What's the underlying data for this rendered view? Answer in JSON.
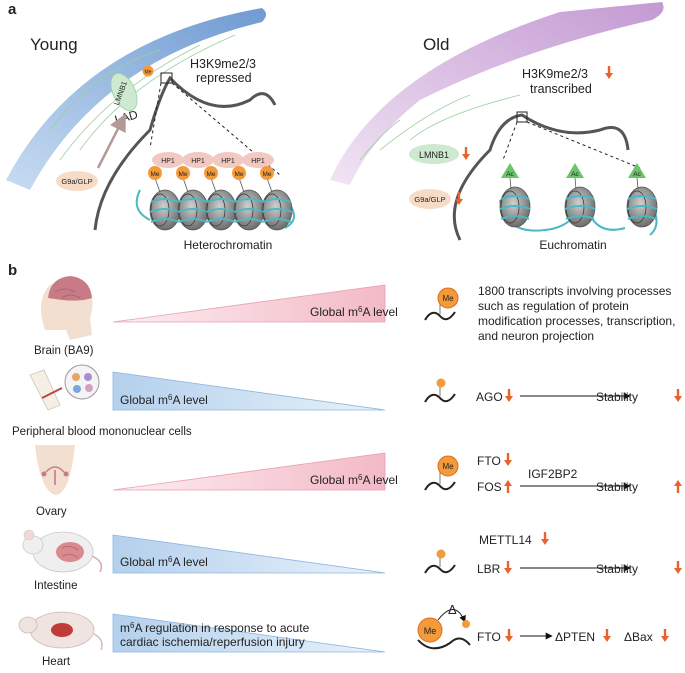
{
  "panel_a": {
    "label": "a",
    "young": {
      "title": "Young",
      "lamin": "LMNB1",
      "lad": "LAD",
      "me_small": "Me",
      "mark_line1": "H3K9me2/3",
      "mark_line2": "repressed",
      "enzyme": "G9a/GLP",
      "hp1": "HP1",
      "me": "Me",
      "state": "Heterochromatin"
    },
    "old": {
      "title": "Old",
      "mark_line1": "H3K9me2/3",
      "mark_line2": "transcribed",
      "lamin": "LMNB1",
      "enzyme": "G9a/GLP",
      "ac": "Ac",
      "state": "Euchromatin"
    }
  },
  "panel_b": {
    "label": "b",
    "me": "Me",
    "rows": [
      {
        "name": "Brain (BA9)",
        "wedge": "Global m6A level",
        "text_lines": [
          "1800 transcripts involving processes",
          "such as regulation of protein",
          "modification processes, transcription,",
          "and neuron projection"
        ]
      },
      {
        "name": "Peripheral blood mononuclear cells",
        "wedge": "Global m6A level",
        "gene": "AGO",
        "result": "Stability"
      },
      {
        "name": "Ovary",
        "wedge": "Global m6A level",
        "gene1": "FTO",
        "gene2": "FOS",
        "mediator": "IGF2BP2",
        "result": "Stability"
      },
      {
        "name": "Intestine",
        "wedge": "Global m6A level",
        "gene1": "METTL14",
        "gene2": "LBR",
        "result": "Stability"
      },
      {
        "name": "Heart",
        "wedge_line1": "m6A regulation in response to acute",
        "wedge_line2": "cardiac ischemia/reperfusion injury",
        "delta": "Δ",
        "gene": "FTO",
        "target1": "ΔPTEN",
        "target2": "ΔBax"
      }
    ]
  },
  "colors": {
    "young_bar": "#7ea6d8",
    "old_bar": "#c9a4d6",
    "me_orange": "#f39a3a",
    "hp1_pink": "#f2c9c0",
    "ac_green": "#6cc46a",
    "lamin_green": "#cde9cf",
    "arrow_orange": "#e8622d",
    "dna_teal": "#4ab9c4",
    "wedge_pink": "#f6c8d2",
    "wedge_blue": "#bcd6ee"
  }
}
